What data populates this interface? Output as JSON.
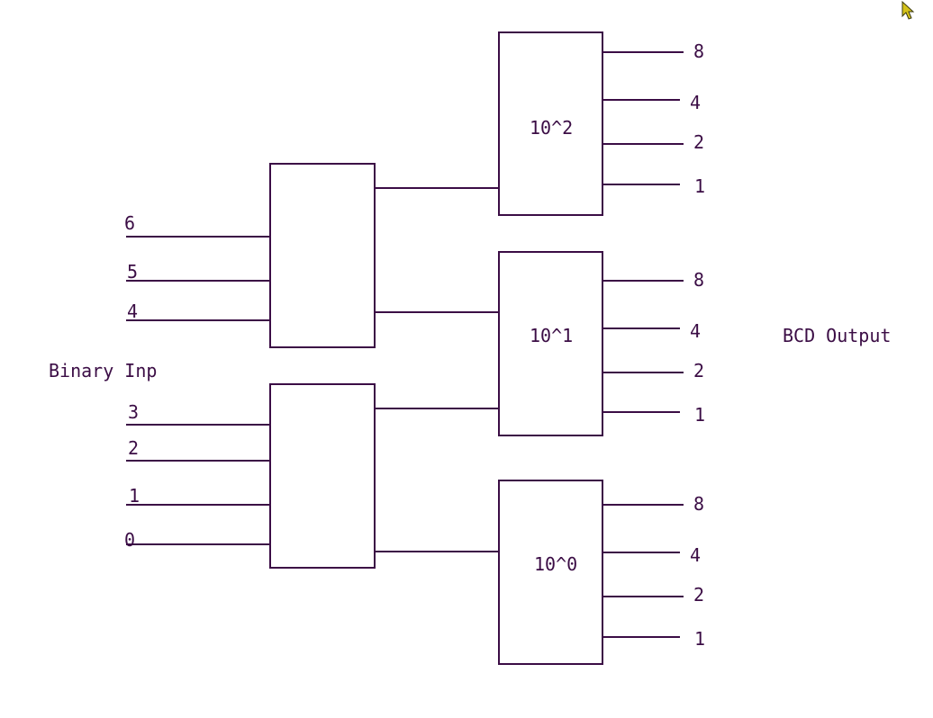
{
  "labels": {
    "input_title": "Binary Inp",
    "output_title": "BCD Output"
  },
  "inputs_upper": [
    "6",
    "5",
    "4"
  ],
  "inputs_lower": [
    "3",
    "2",
    "1",
    "0"
  ],
  "digits": [
    {
      "label": "10^2",
      "outputs": [
        "8",
        "4",
        "2",
        "1"
      ]
    },
    {
      "label": "10^1",
      "outputs": [
        "8",
        "4",
        "2",
        "1"
      ]
    },
    {
      "label": "10^0",
      "outputs": [
        "8",
        "4",
        "2",
        "1"
      ]
    }
  ],
  "colors": {
    "ink": "#3b0d45",
    "cursor": "#d4c21a",
    "background": "#ffffff"
  },
  "icons": {
    "cursor": "mouse-pointer-icon"
  }
}
